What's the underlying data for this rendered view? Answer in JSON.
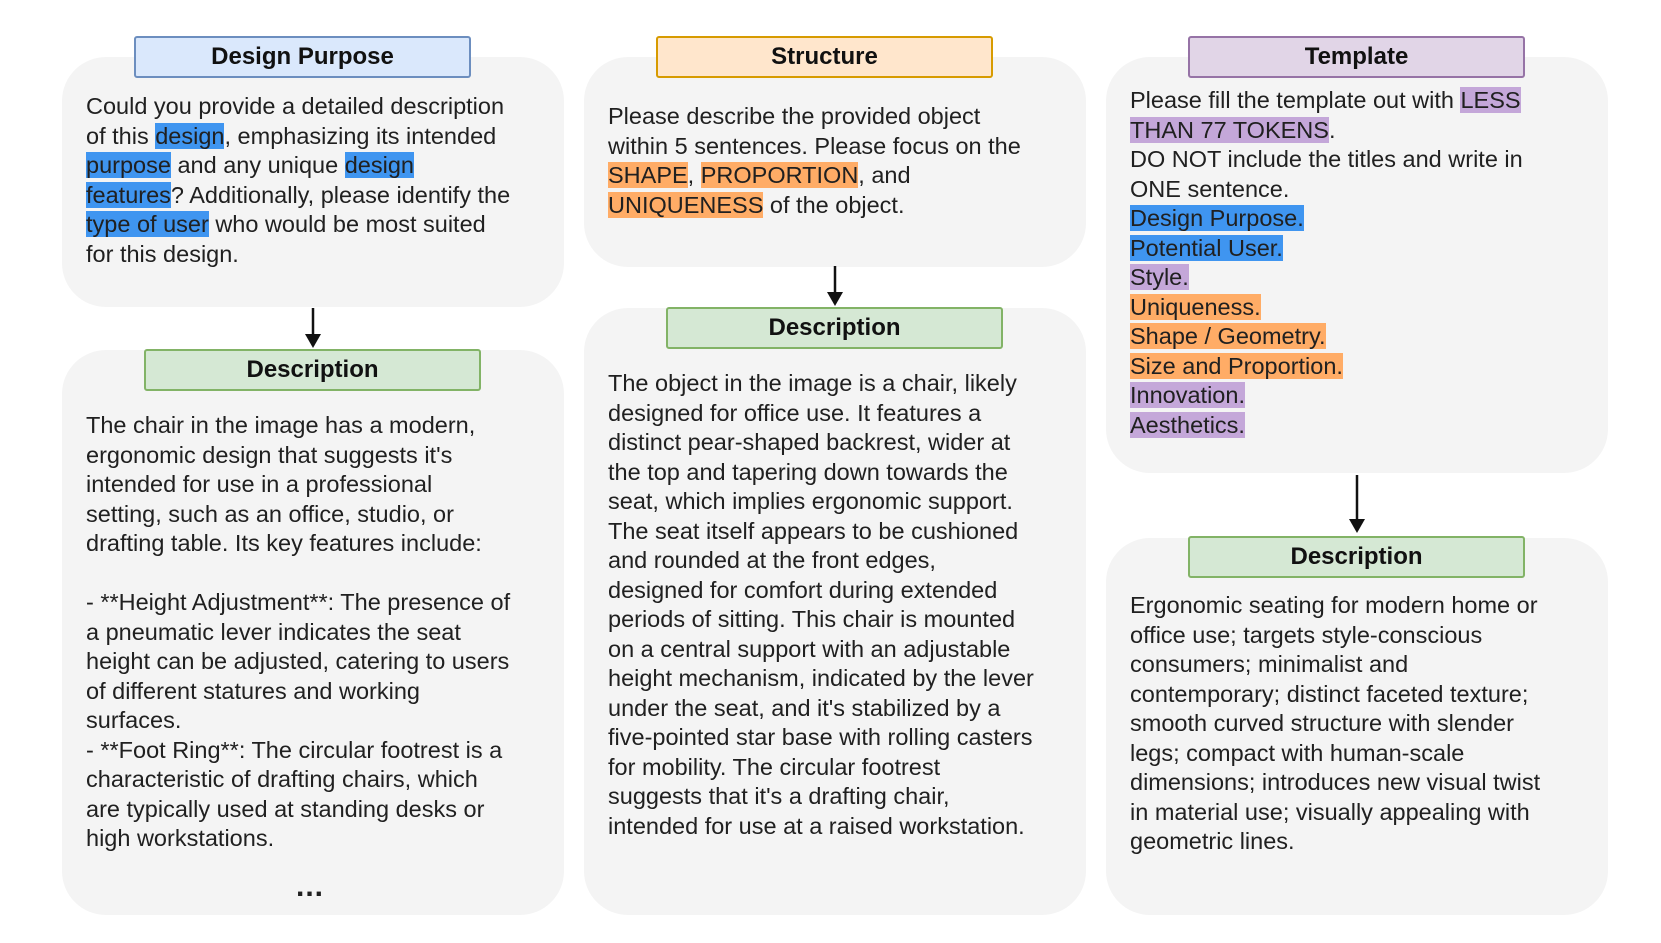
{
  "column1": {
    "top_label": "Design Purpose",
    "top_text": [
      "Could you provide a detailed description",
      "of this ",
      "design",
      ", emphasizing its intended",
      "purpose",
      " and any unique ",
      "design",
      "features",
      "? Additionally, please identify the",
      "type of user",
      " who would be most suited",
      "for this design."
    ],
    "bottom_label": "Description",
    "bottom_text": "The chair in the image has a modern,\nergonomic design that suggests it's\nintended for use in a professional\nsetting, such as an office, studio, or\ndrafting table. Its key features include:\n\n- **Height Adjustment**: The presence of\na pneumatic lever indicates the seat\nheight can be adjusted, catering to users\nof different statures and working\nsurfaces.\n- **Foot Ring**: The circular footrest is a\ncharacteristic of drafting chairs, which\nare typically used at standing desks or\nhigh workstations.",
    "ellipsis": "..."
  },
  "column2": {
    "top_label": "Structure",
    "top_text": [
      "Please describe the provided object",
      "within 5 sentences. Please focus on the",
      "SHAPE",
      ", ",
      "PROPORTION",
      ", and",
      "UNIQUENESS",
      " of the object."
    ],
    "bottom_label": "Description",
    "bottom_text": "The object in the image is a chair, likely\ndesigned for office use. It features a\ndistinct pear-shaped backrest, wider at\nthe top and tapering down towards the\nseat, which implies ergonomic support.\nThe seat itself appears to be cushioned\nand rounded at the front edges,\ndesigned for comfort during extended\nperiods of sitting. This chair is mounted\non a central support with an adjustable\nheight mechanism, indicated by the lever\nunder the seat, and it's stabilized by a\nfive-pointed star base with rolling casters\nfor mobility. The circular footrest\nsuggests that it's a drafting chair,\nintended for use at a raised workstation."
  },
  "column3": {
    "top_label": "Template",
    "top_text": [
      "Please fill the template out with ",
      "LESS",
      "THAN 77 TOKENS",
      ".",
      "DO NOT include the titles and write in",
      "ONE sentence.",
      "Design Purpose.",
      "Potential User.",
      "Style.",
      "Uniqueness.",
      "Shape / Geometry.",
      "Size and Proportion.",
      "Innovation.",
      "Aesthetics."
    ],
    "bottom_label": "Description",
    "bottom_text": "Ergonomic seating for modern home or\noffice use; targets style-conscious\nconsumers; minimalist and\ncontemporary; distinct faceted texture;\nsmooth curved structure with slender\nlegs; compact with human-scale\ndimensions; introduces new visual twist\nin material use; visually appealing with\ngeometric lines."
  },
  "colors": {
    "highlight_blue": "#3f95f0",
    "highlight_orange": "#ffac66",
    "highlight_purple": "#c4a7d9"
  }
}
